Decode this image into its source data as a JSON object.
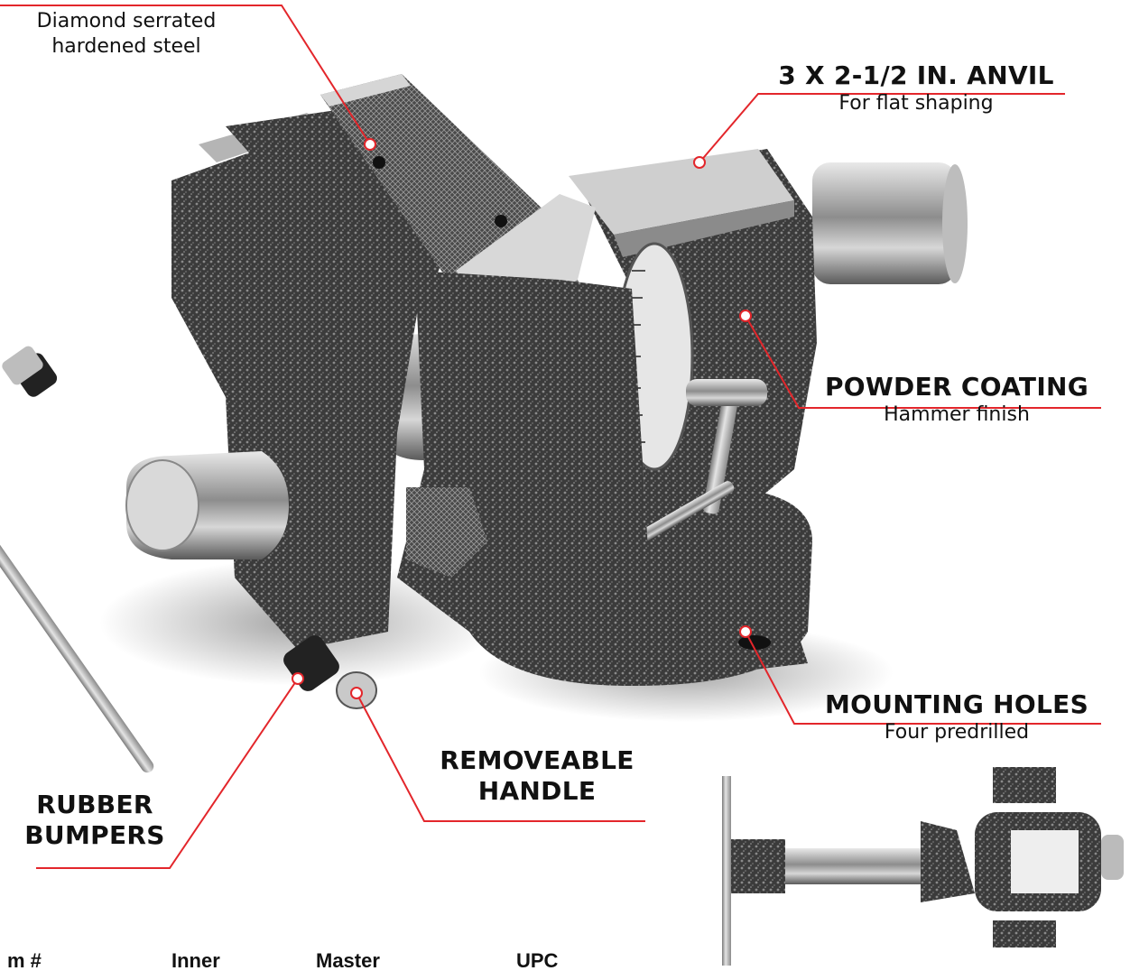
{
  "colors": {
    "accent": "#e3262b",
    "metal": "#3a3a3a"
  },
  "callouts": {
    "jaw": {
      "title": "",
      "sub": "Diamond serrated hardened steel"
    },
    "anvil": {
      "title": "3 X 2-1/2 IN. ANVIL",
      "sub": "For flat shaping"
    },
    "powder": {
      "title": "POWDER COATING",
      "sub": "Hammer finish"
    },
    "mounting": {
      "title": "MOUNTING HOLES",
      "sub": "Four predrilled"
    },
    "handle": {
      "title": "REMOVEABLE HANDLE",
      "sub": ""
    },
    "rubber": {
      "title": "RUBBER BUMPERS",
      "sub": ""
    }
  },
  "table_headers": [
    "m #",
    "Inner",
    "Master",
    "UPC"
  ]
}
